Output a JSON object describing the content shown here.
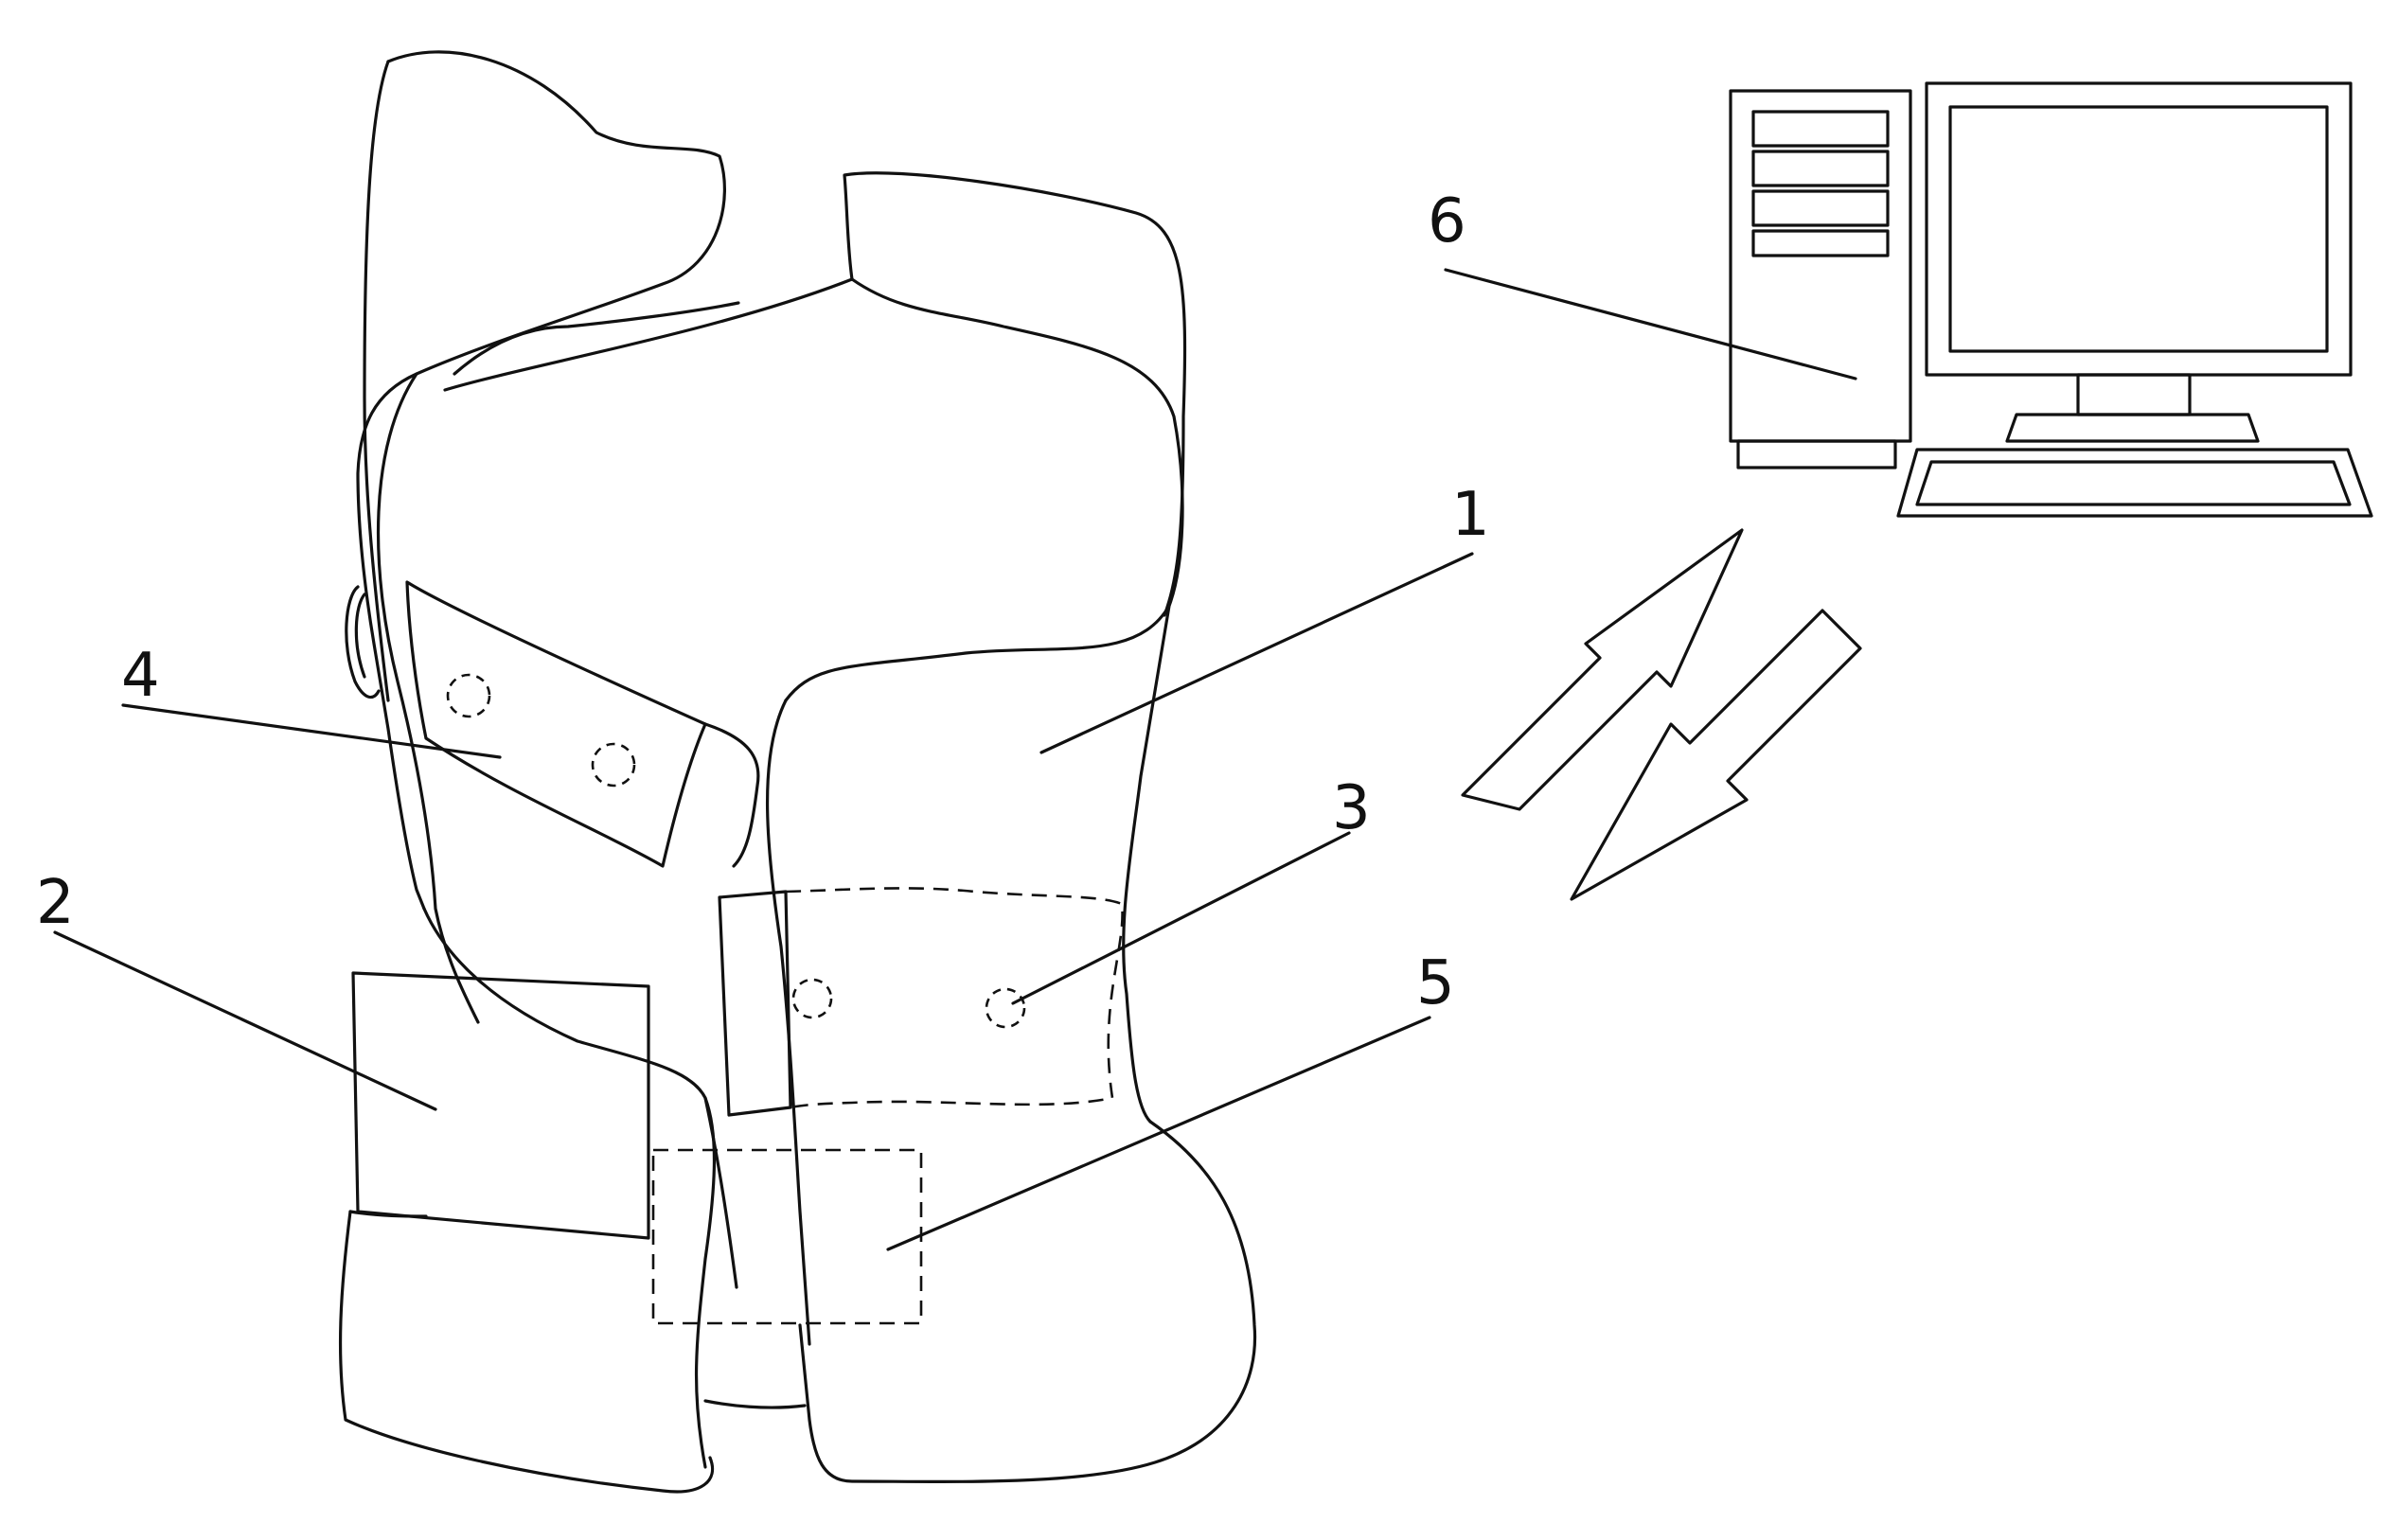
{
  "callouts": {
    "c1": "1",
    "c2": "2",
    "c3": "3",
    "c4": "4",
    "c5": "5",
    "c6": "6"
  },
  "colors": {
    "line": "#111111",
    "background": "#ffffff"
  },
  "icons": [
    "vest-outline",
    "sensor-patch",
    "pocket-module",
    "wireless-transmit-arrow",
    "wireless-receive-arrow",
    "desktop-computer-icon"
  ]
}
